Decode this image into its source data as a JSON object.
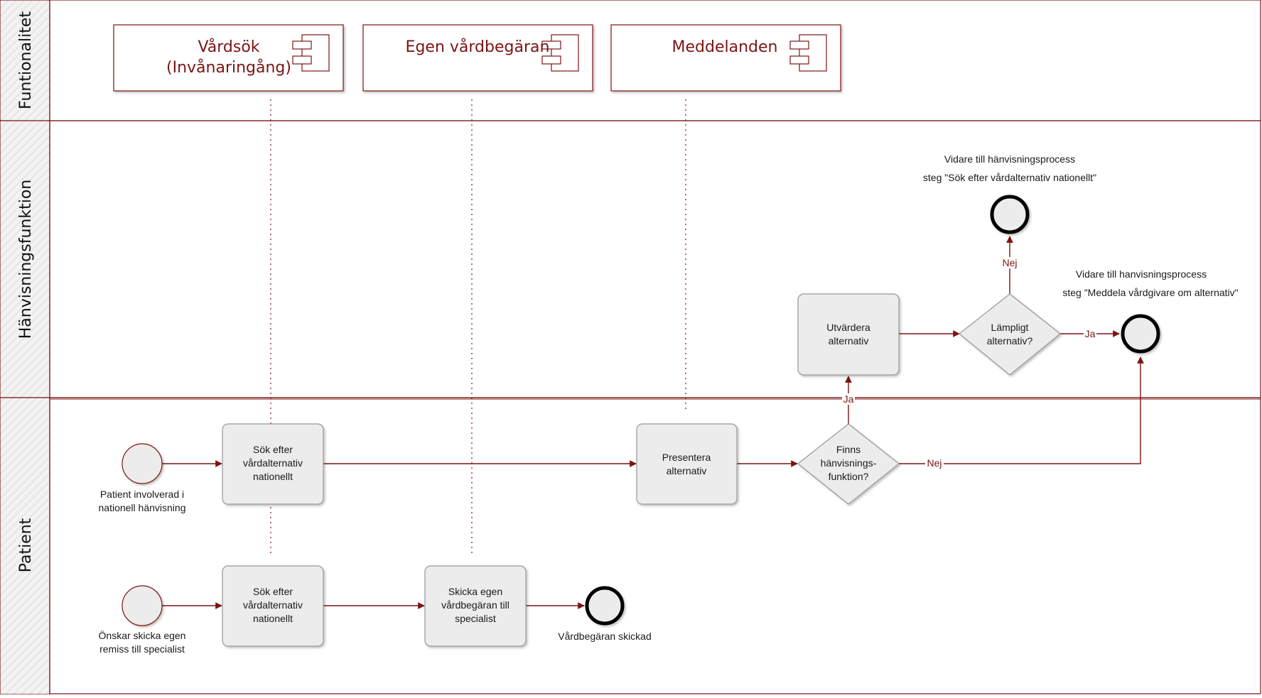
{
  "lanes": {
    "funktionalitet": "Funtionalitet",
    "hanvisningsfunktion": "Hänvisningsfunktion",
    "patient": "Patient"
  },
  "components": {
    "vardsok": [
      "Vårdsök",
      "(Invånaringång)"
    ],
    "egen_vardbegaran": [
      "Egen vårdbegäran"
    ],
    "meddelanden": [
      "Meddelanden"
    ]
  },
  "tasks": {
    "sok_efter_1": [
      "Sök efter",
      "vårdalternativ",
      "nationellt"
    ],
    "presentera": [
      "Presentera",
      "alternativ"
    ],
    "utvardera": [
      "Utvärdera",
      "alternativ"
    ],
    "sok_efter_2": [
      "Sök efter",
      "vårdalternativ",
      "nationellt"
    ],
    "skicka_egen": [
      "Skicka egen",
      "vårdbegäran till",
      "specialist"
    ]
  },
  "gateways": {
    "finns": [
      "Finns",
      "hänvisnings-",
      "funktion?"
    ],
    "lampligt": [
      "Lämpligt",
      "alternativ?"
    ]
  },
  "events": {
    "start_1": [
      "Patient involverad i",
      "nationell hänvisning"
    ],
    "start_2": [
      "Önskar skicka egen",
      "remiss till specialist"
    ],
    "end_skickad": [
      "Vårdbegäran skickad"
    ],
    "end_sok": [
      "Vidare till hänvisningsprocess",
      "steg \"Sök efter vårdalternativ nationellt\""
    ],
    "end_meddela": [
      "Vidare till hanvisningsprocess",
      "steg \"Meddela vårdgivare om alternativ\""
    ]
  },
  "edge_labels": {
    "ja_up": "Ja",
    "nej_right": "Nej",
    "nej_up": "Nej",
    "ja_right": "Ja"
  },
  "colors": {
    "accent": "#7b1414",
    "task_fill": "#ececec",
    "task_stroke": "#999999",
    "lane_border": "#7b1414"
  }
}
